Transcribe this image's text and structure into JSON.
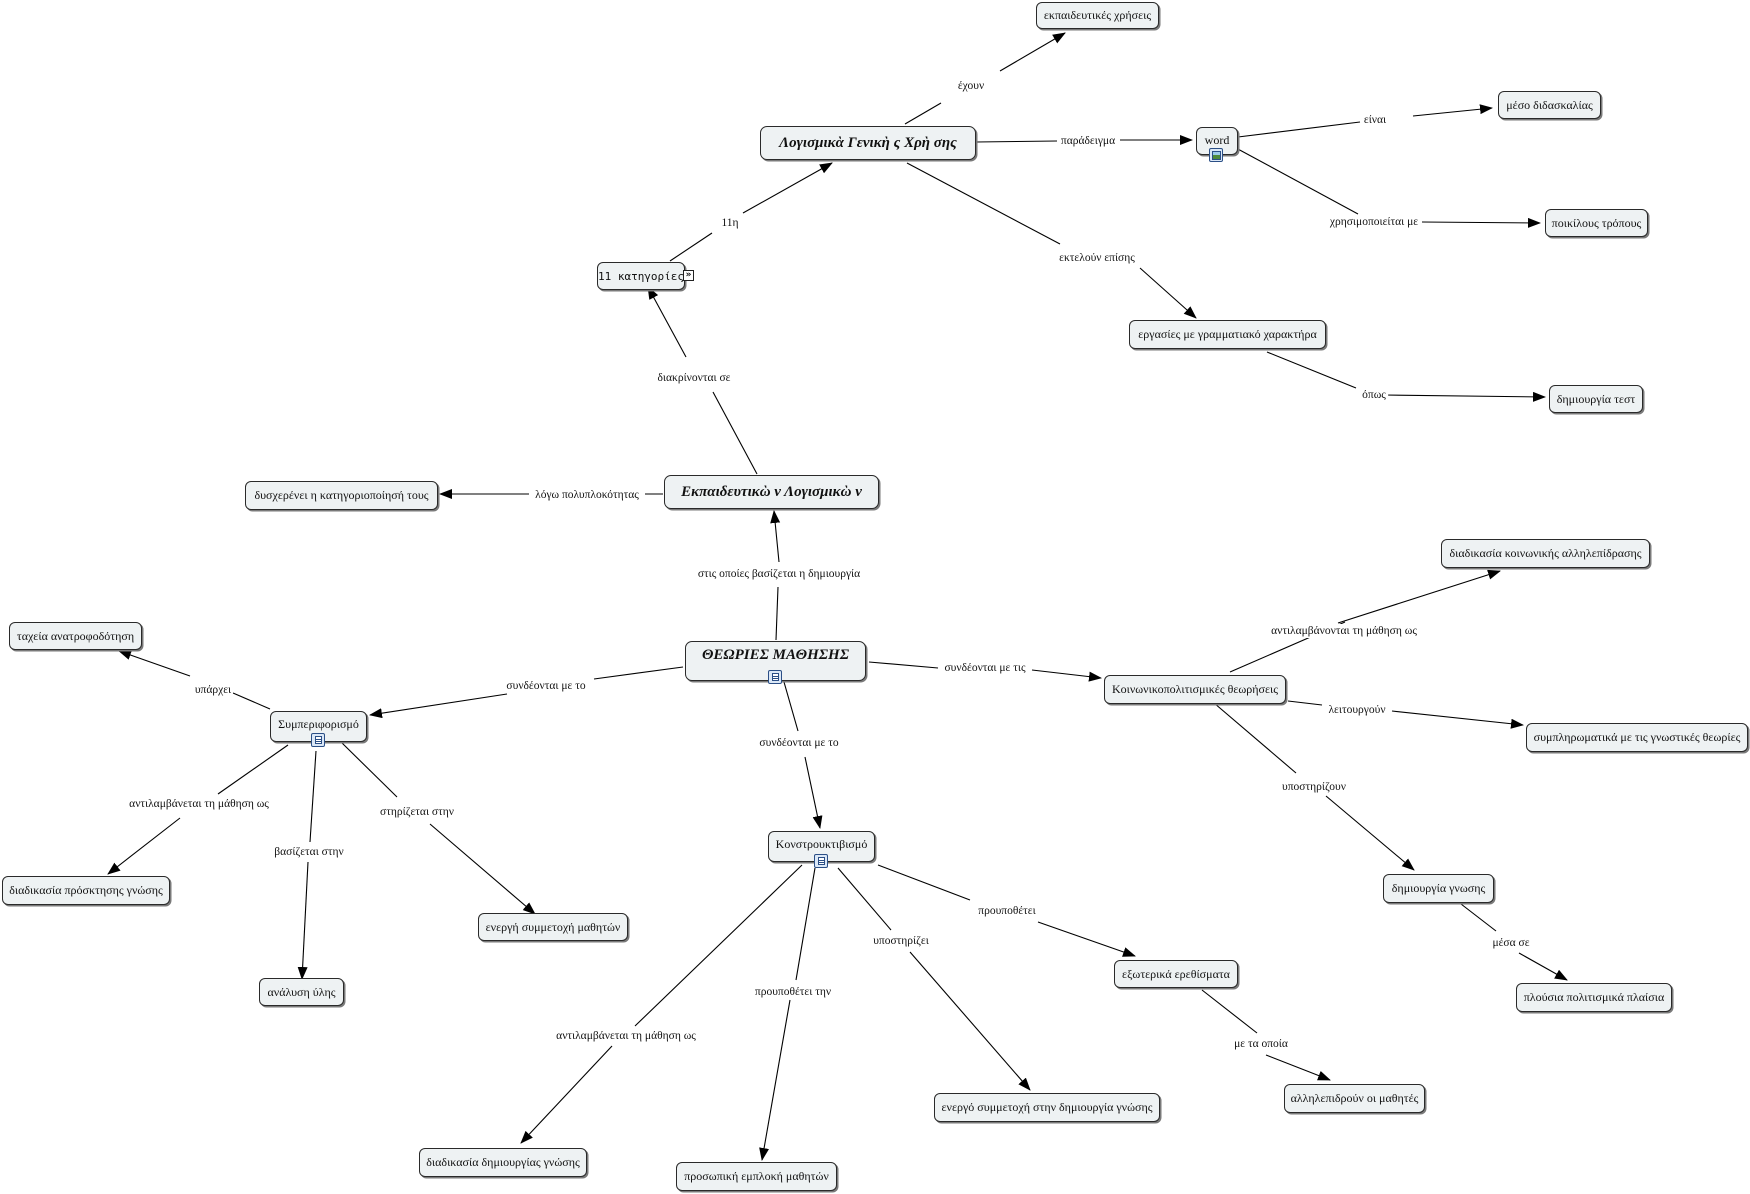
{
  "concepts": {
    "edu_uses": "εκπαιδευτικές χρήσεις",
    "general_sw": "Λογισμικὰ Γενικὴ ς Χρὴ σης",
    "word": "word",
    "teaching_means": "μέσο διδασκαλίας",
    "various_ways": "ποικίλους τρόπους",
    "categories11": "11 κατηγορίες",
    "grammar_tasks": "εργασίες με γραμματιακό χαρακτήρα",
    "test_creation": "δημιουργία τεστ",
    "classification_hard": "δυσχερένει η κατηγοριοποίησή τους",
    "edu_software": "Εκπαιδευτικὼ ν Λογισμικὼ ν",
    "social_interaction": "διαδικασία κοινωνικής αλληλεπίδρασης",
    "fast_feedback": "ταχεία ανατροφοδότηση",
    "learning_theories": "ΘΕΩΡΙΕΣ ΜΑΘΗΣΗΣ",
    "behaviorism": "Συμπεριφορισμό",
    "sociocultural": "Κοινωνικοπολιτισμικές θεωρήσεις",
    "complementary": "συμπληρωματικά με τις γνωστικές θεωρίες",
    "knowledge_acquisition": "διαδικασία πρόσκτησης γνώσης",
    "active_participation": "ενεργή συμμετοχή μαθητών",
    "constructivism": "Κονστρουκτιβισμό",
    "knowledge_creation": "δημιουργία γνωσης",
    "material_analysis": "ανάλυση ύλης",
    "external_stimuli": "εξωτερικά ερεθίσματα",
    "rich_cultural": "πλούσια πολιτισμικά πλαίσια",
    "active_in_creation": "ενεργό συμμετοχή στην δημιουργία γνώσης",
    "students_interact": "αλληλεπιδρούν οι μαθητές",
    "knowledge_creation_process": "διαδικασία δημιουργίας γνώσης",
    "personal_involvement": "προσωπική εμπλοκή μαθητών"
  },
  "links": {
    "have": "έχουν",
    "example": "παράδειγμα",
    "is": "είναι",
    "used_with": "χρησιμοποιείται με",
    "eleventh": "11η",
    "also_perform": "εκτελούν επίσης",
    "such_as": "όπως",
    "divided_into": "διακρίνονται σε",
    "due_complexity": "λόγω πολυπλοκότητας",
    "based_creation": "στις οποίες βασίζεται η δημιουργία",
    "perceive_social": "αντιλαμβάνονται τη μάθηση ως",
    "exists": "υπάρχει",
    "connected_to_left": "συνδέονται με το",
    "connected_to_right": "συνδέονται με τις",
    "operate": "λειτουργούν",
    "connected_to_down": "συνδέονται με το",
    "perceives_beh": "αντιλαμβάνεται τη μάθηση ως",
    "relies_on": "στηρίζεται στην",
    "is_based_on": "βασίζεται στην",
    "support_socio": "υποστηρίζουν",
    "presupposes": "προυποθέτει",
    "supports": "υποστηρίζει",
    "through": "μέσα σε",
    "presupposes_the": "προυποθέτει την",
    "with_which": "με τα οποία",
    "perceives_con": "αντιλαμβάνεται τη μάθηση ως"
  },
  "icons": {
    "expand": "»",
    "resource_doc": "document-resource-icon",
    "resource_img": "image-resource-icon"
  },
  "colors": {
    "node_fill": "#eef2f3",
    "node_border": "#2a2a2a",
    "line": "#000000"
  }
}
